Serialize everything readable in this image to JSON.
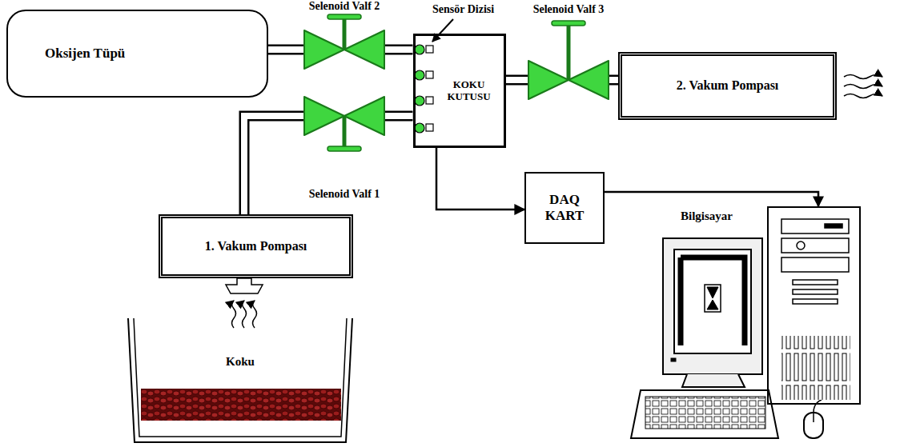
{
  "diagram": {
    "nodes": [
      {
        "text": [
          "Oksijen Tüpü"
        ]
      },
      {
        "text": [
          "Selenoid Valf 2"
        ]
      },
      {
        "text": [
          "KOKU KUTUSU"
        ]
      },
      {
        "text": [
          "Selenoid Valf 3"
        ]
      },
      {
        "text": [
          "2. Vakum Pompası"
        ]
      },
      {
        "text": [
          "Selenoid Valf 1"
        ]
      },
      {
        "text": [
          "1. Vakum Pompası"
        ]
      },
      {
        "text": [
          "Koku"
        ]
      },
      {
        "text": [
          "DAQ KART"
        ]
      },
      {
        "text": [
          "Bilgisayar"
        ]
      }
    ],
    "edges": [
      {
        "from": 0,
        "to": 1,
        "arrow": "none"
      },
      {
        "from": 1,
        "to": 2,
        "arrow": "none"
      },
      {
        "from": 6,
        "to": 5,
        "arrow": "none"
      },
      {
        "from": 5,
        "to": 2,
        "arrow": "none"
      },
      {
        "from": 2,
        "to": 3,
        "arrow": "none"
      },
      {
        "from": 3,
        "to": 4,
        "arrow": "none"
      },
      {
        "from": 2,
        "to": 8,
        "arrow": "to"
      },
      {
        "from": 8,
        "to": 9,
        "arrow": "to"
      }
    ],
    "labels": [
      "Sensör Dizisi"
    ]
  }
}
